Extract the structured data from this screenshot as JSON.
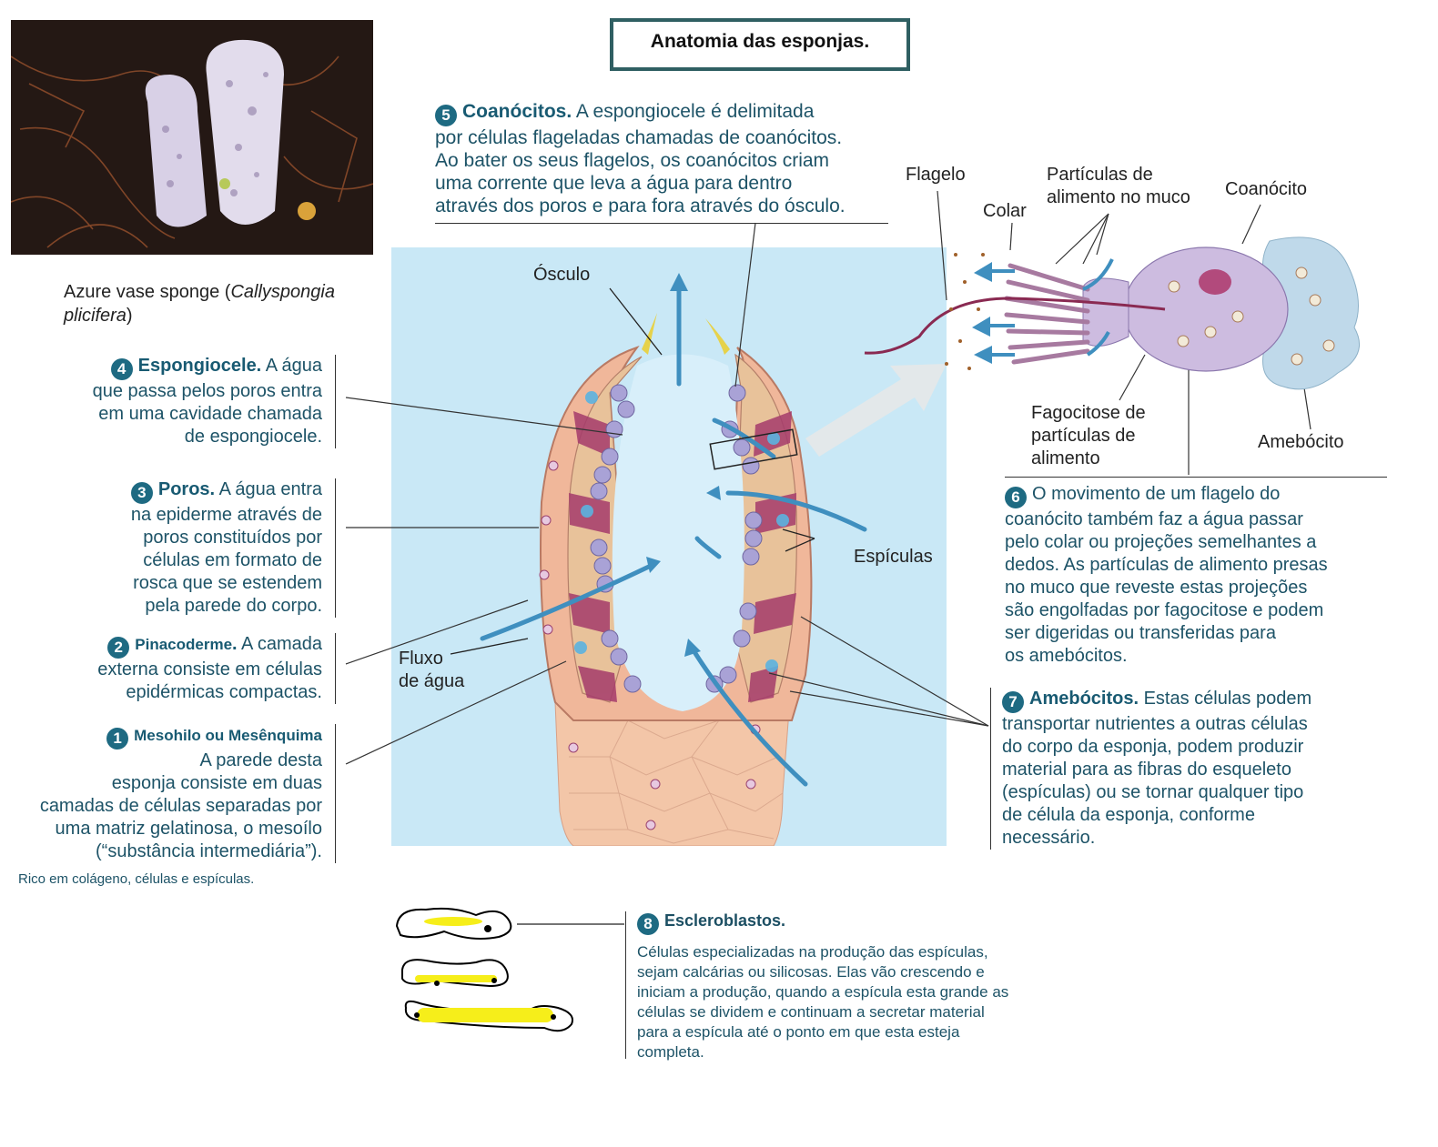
{
  "title": "Anatomia das esponjas.",
  "photo_caption_plain": "Azure vase sponge (",
  "photo_caption_italic_1": "Callyspongia",
  "photo_caption_italic_2": "plicifera",
  "photo_caption_end": ")",
  "items": [
    {
      "num": "1",
      "heading": "Mesohilo ou Mesênquima",
      "lines": [
        "A parede desta",
        "esponja consiste em duas",
        "camadas de células separadas por",
        "uma matriz gelatinosa, o mesoílo",
        "(“substância intermediária”)."
      ],
      "extra": "Rico em colágeno, células e espículas."
    },
    {
      "num": "2",
      "heading": "Pinacoderme",
      "lines": [
        "A camada",
        "externa consiste em células",
        "epidérmicas compactas."
      ]
    },
    {
      "num": "3",
      "heading": "Poros.",
      "lines": [
        "A água entra",
        "na epiderme através de",
        "poros constituídos por",
        "células em formato de",
        "rosca que se estendem",
        "pela parede do corpo."
      ]
    },
    {
      "num": "4",
      "heading": "Espongiocele.",
      "lines": [
        "A água",
        "que passa pelos poros entra",
        "em uma cavidade chamada",
        "de espongiocele."
      ]
    },
    {
      "num": "5",
      "heading": "Coanócitos.",
      "lines": [
        "A espongiocele é delimitada",
        "por células flageladas chamadas de coanócitos.",
        "Ao bater os seus flagelos, os coanócitos criam",
        "uma corrente que leva a água para dentro",
        "através dos poros e para fora através do ósculo."
      ]
    },
    {
      "num": "6",
      "heading": "",
      "lines": [
        "O movimento de um flagelo do",
        "coanócito também faz a água passar",
        "pelo colar ou projeções semelhantes a",
        "dedos. As partículas de alimento presas",
        "no muco que reveste estas projeções",
        "são engolfadas por fagocitose e podem",
        "ser digeridas ou transferidas para",
        "os amebócitos."
      ]
    },
    {
      "num": "7",
      "heading": "Amebócitos.",
      "lines": [
        "Estas células podem",
        "transportar nutrientes a outras células",
        "do corpo da esponja, podem produzir",
        "material para as fibras do esqueleto",
        "(espículas) ou se tornar qualquer tipo",
        "de célula da esponja, conforme",
        "necessário."
      ]
    },
    {
      "num": "8",
      "heading": "Escleroblastos.",
      "lines": [
        "Células especializadas na produção das espículas,",
        "sejam calcárias ou silicosas. Elas vão crescendo e",
        "iniciam a produção, quando a espícula esta grande as",
        "células se dividem e continuam a secretar material",
        "para a espícula até o ponto em que esta esteja",
        "completa."
      ]
    }
  ],
  "labels": {
    "osculo": "Ósculo",
    "fluxo": "Fluxo",
    "de_agua": "de água",
    "espiculas": "Espículas",
    "flagelo": "Flagelo",
    "colar": "Colar",
    "particulas_1": "Partículas de",
    "particulas_2": "alimento no muco",
    "coanocito": "Coanócito",
    "fagocitose_1": "Fagocitose de",
    "fagocitose_2": "partículas de",
    "fagocitose_3": "alimento",
    "amebocito": "Amebócito"
  }
}
